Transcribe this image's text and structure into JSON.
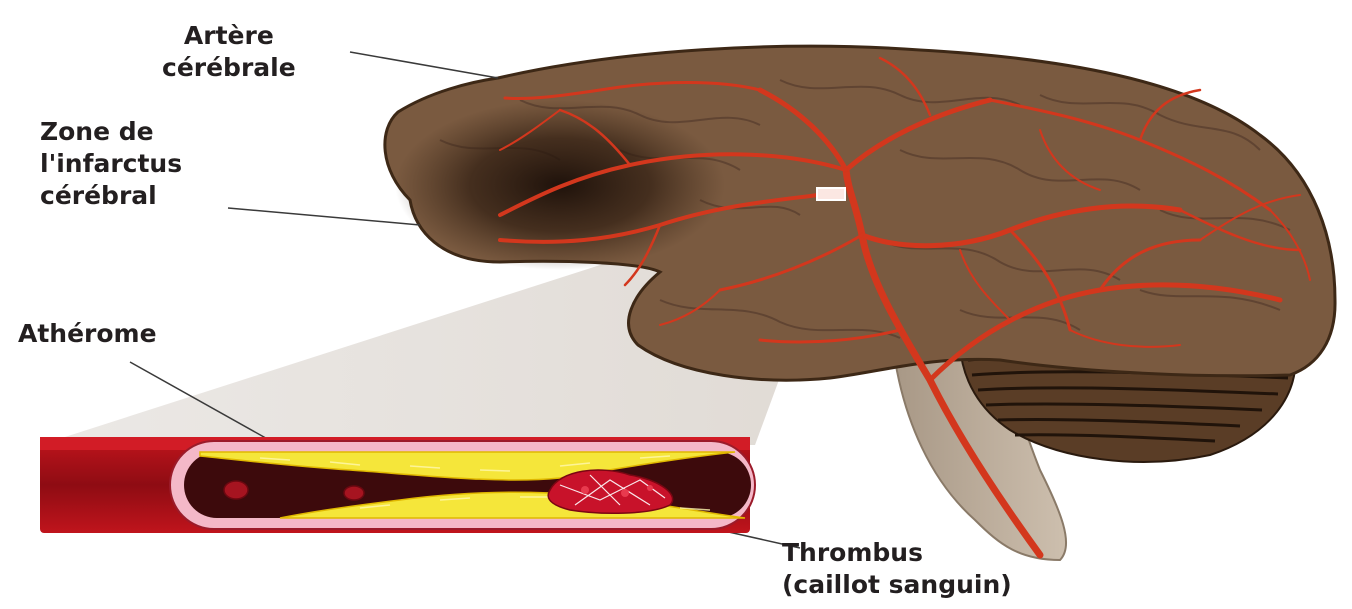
{
  "labels": {
    "artere": [
      "Artère",
      "cérébrale"
    ],
    "infarctus": [
      "Zone de",
      "l'infarctus",
      "cérébral"
    ],
    "atherome": "Athérome",
    "thrombus": [
      "Thrombus",
      "(caillot sanguin)"
    ]
  },
  "colors": {
    "brain": "#7a5a40",
    "brain_dark": "#3b2717",
    "artery": "#d3371d",
    "plaque": "#f5e63a",
    "vessel_wall": "#b3121b",
    "vessel_inner": "#f4b8c8",
    "lumen": "#3d0a0c"
  },
  "icons": {
    "clot": "blood-clot-icon",
    "cell": "red-blood-cell-icon"
  }
}
